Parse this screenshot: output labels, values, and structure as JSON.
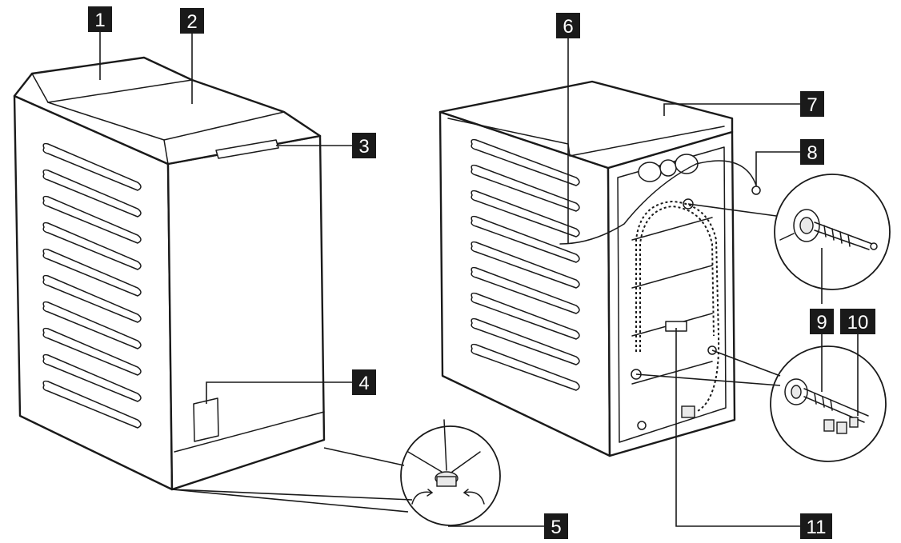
{
  "callouts": [
    {
      "id": "1",
      "label": "1"
    },
    {
      "id": "2",
      "label": "2"
    },
    {
      "id": "3",
      "label": "3"
    },
    {
      "id": "4",
      "label": "4"
    },
    {
      "id": "5",
      "label": "5"
    },
    {
      "id": "6",
      "label": "6"
    },
    {
      "id": "7",
      "label": "7"
    },
    {
      "id": "8",
      "label": "8"
    },
    {
      "id": "9",
      "label": "9"
    },
    {
      "id": "10",
      "label": "10"
    },
    {
      "id": "11",
      "label": "11"
    }
  ],
  "colors": {
    "ink": "#1a1a1a",
    "paper": "#ffffff",
    "callout_bg": "#1a1a1a",
    "callout_text": "#ffffff"
  }
}
